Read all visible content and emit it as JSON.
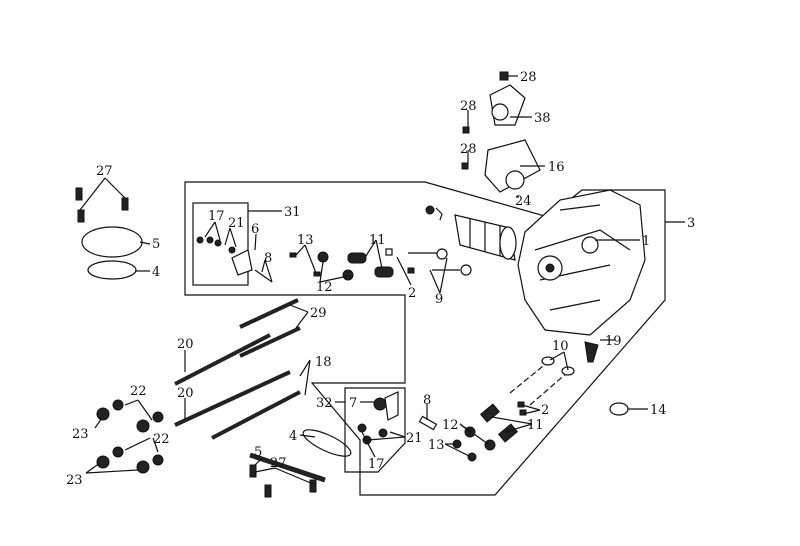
{
  "labels": [
    "28",
    "38",
    "28",
    "28",
    "16",
    "24",
    "27",
    "5",
    "4",
    "31",
    "17",
    "21",
    "6",
    "8",
    "13",
    "12",
    "11",
    "2",
    "9",
    "1",
    "3",
    "29",
    "20",
    "18",
    "22",
    "23",
    "20",
    "22",
    "23",
    "10",
    "19",
    "14",
    "32",
    "7",
    "8",
    "21",
    "17",
    "12",
    "13",
    "11",
    "2",
    "4",
    "5",
    "27"
  ],
  "colors": {
    "ink": "#111111",
    "background": "#ffffff"
  }
}
